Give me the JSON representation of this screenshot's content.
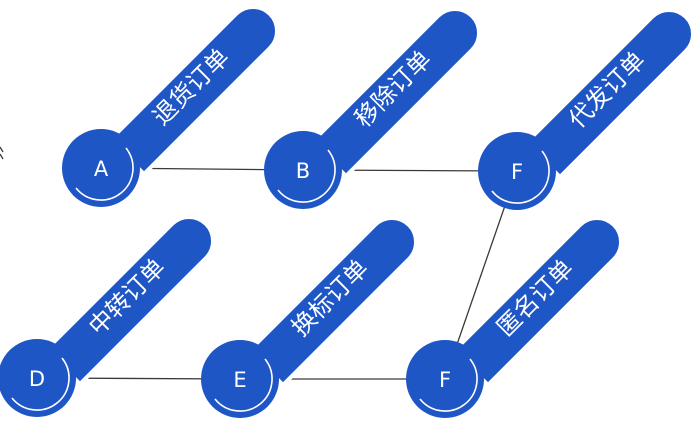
{
  "colors": {
    "primary": "#1f56c6",
    "line": "#3a3a3a",
    "background": "#ffffff"
  },
  "nodes": [
    {
      "id": "n1",
      "letter": "A",
      "tag": "退货订单"
    },
    {
      "id": "n2",
      "letter": "B",
      "tag": "移除订单"
    },
    {
      "id": "n3",
      "letter": "F",
      "tag": "代发订单"
    },
    {
      "id": "n4",
      "letter": "D",
      "tag": "中转订单"
    },
    {
      "id": "n5",
      "letter": "E",
      "tag": "换标订单"
    },
    {
      "id": "n6",
      "letter": "F",
      "tag": "匿名订单"
    }
  ],
  "edges": [
    {
      "from": "n1",
      "to": "n2"
    },
    {
      "from": "n2",
      "to": "n3"
    },
    {
      "from": "n3",
      "to": "n6"
    },
    {
      "from": "n4",
      "to": "n5"
    },
    {
      "from": "n5",
      "to": "n6"
    }
  ]
}
